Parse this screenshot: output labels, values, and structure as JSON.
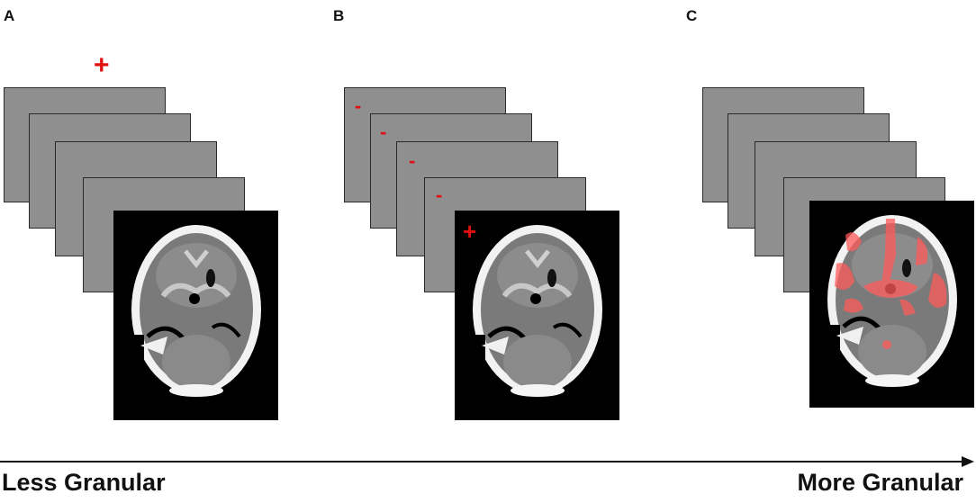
{
  "panels": {
    "a": {
      "letter": "A",
      "plus": "+"
    },
    "b": {
      "letter": "B",
      "plus": "+",
      "minus": "-"
    },
    "c": {
      "letter": "C"
    }
  },
  "axis": {
    "left_label": "Less Granular",
    "right_label": "More Granular"
  },
  "colors": {
    "label_color": "#e01010",
    "slice_gray": "#8f8f8f",
    "overlay": "#ff5a5a"
  }
}
